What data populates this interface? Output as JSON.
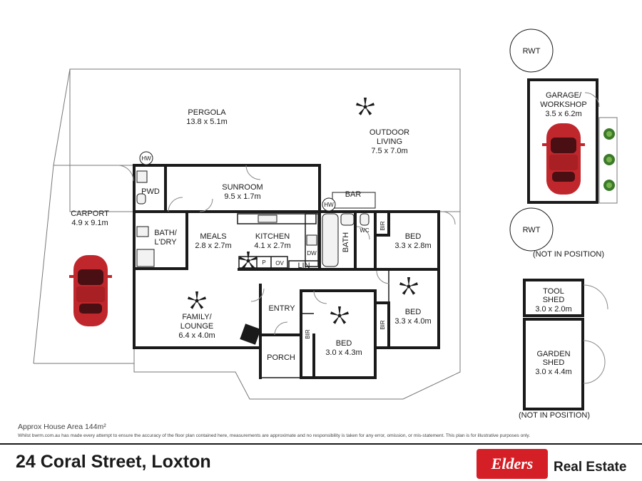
{
  "rooms": {
    "pergola": {
      "name": "PERGOLA",
      "size": "13.8 x 5.1m"
    },
    "outdoor": {
      "name1": "OUTDOOR",
      "name2": "LIVING",
      "size": "7.5 x 7.0m"
    },
    "carport": {
      "name": "CARPORT",
      "size": "4.9 x 9.1m"
    },
    "sunroom": {
      "name": "SUNROOM",
      "size": "9.5 x 1.7m"
    },
    "pwd": "PWD",
    "bath_ldry": {
      "name1": "BATH/",
      "name2": "L'DRY"
    },
    "meals": {
      "name": "MEALS",
      "size": "2.8 x 2.7m"
    },
    "kitchen": {
      "name": "KITCHEN",
      "size": "4.1 x 2.7m"
    },
    "bar": "BAR",
    "bath": "BATH",
    "wc": "WC",
    "bir": "BIR",
    "bed1": {
      "name": "BED",
      "size": "3.3 x 2.8m"
    },
    "bed2": {
      "name": "BED",
      "size": "3.3 x 4.0m"
    },
    "bed3": {
      "name": "BED",
      "size": "3.0 x 4.3m"
    },
    "family": {
      "name1": "FAMILY/",
      "name2": "LOUNGE",
      "size": "6.4 x 4.0m"
    },
    "entry": "ENTRY",
    "porch": "PORCH",
    "lin": "LIN",
    "pantry": "P",
    "oven": "OV",
    "dw": "DW",
    "hw": "HW"
  },
  "outbuildings": {
    "rwt": "RWT",
    "garage": {
      "name1": "GARAGE/",
      "name2": "WORKSHOP",
      "size": "3.5 x 6.2m"
    },
    "tool_shed": {
      "name": "TOOL",
      "name2": "SHED",
      "size": "3.0 x 2.0m"
    },
    "garden_shed": {
      "name": "GARDEN",
      "name2": "SHED",
      "size": "3.0 x 4.4m"
    },
    "not_in_position": "(NOT IN POSITION)"
  },
  "footer": {
    "area": "Approx House Area 144m²",
    "disclaimer": "Whilst bwrm.com.au has made every attempt to ensure the accuracy of the floor plan contained here, measurements are approximate and no responsibility is taken for any error, omission, or mis-statement. This plan is for illustrative purposes only.",
    "address": "24 Coral Street, Loxton",
    "brand": "Elders",
    "brand_suffix": "Real Estate"
  },
  "colors": {
    "wall": "#1a1a1a",
    "car": "#c0272d",
    "brand": "#d51f26"
  },
  "icons": [
    "ceiling-fan-icon",
    "car-icon",
    "hot-water-icon",
    "heater-icon",
    "plant-icon",
    "sink-icon",
    "stove-icon",
    "toilet-icon"
  ]
}
